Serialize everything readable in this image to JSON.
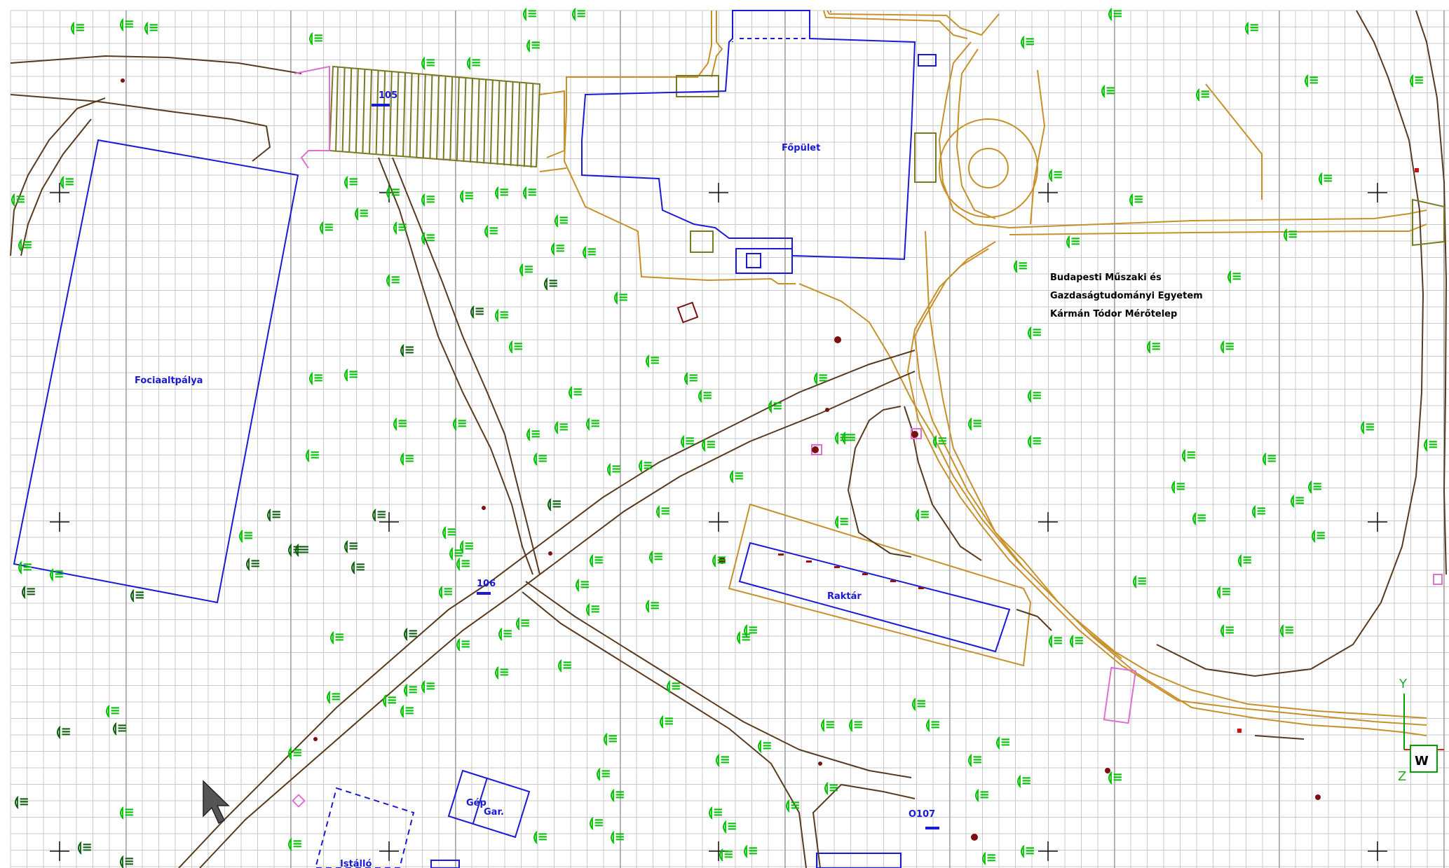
{
  "map": {
    "labels": {
      "main_building": "Főpület",
      "sports_field": "Fociaaltpálya",
      "warehouse": "Raktár",
      "institution_line1": "Budapesti Műszaki és",
      "institution_line2": "Gazdaságtudományi Egyetem",
      "institution_line3": "Kármán Tódor Mérőtelep",
      "garage": "Gar.",
      "barn": "Istálló",
      "small_building": "Gép",
      "point_105": "105",
      "point_106": "106",
      "point_107": "O107",
      "axis_y": "Y",
      "axis_z": "Z",
      "axis_w": "W",
      "tree_symbol": "⟬≡"
    },
    "colors": {
      "grid": "#c8c8c8",
      "grid_major": "#9a9a9a",
      "buildings": "#1a1ad6",
      "roads": "#c8902a",
      "paths": "#5a3a1e",
      "trees": "#00c200",
      "trees_dark": "#0b5e0b",
      "hatch": "#7a7a22",
      "pink": "#e070d0",
      "marker": "#7a1010"
    },
    "icons": {
      "cursor": "arrow-cursor-icon",
      "crosshair": "crosshair-icon",
      "tree": "tree-symbol-icon"
    }
  }
}
